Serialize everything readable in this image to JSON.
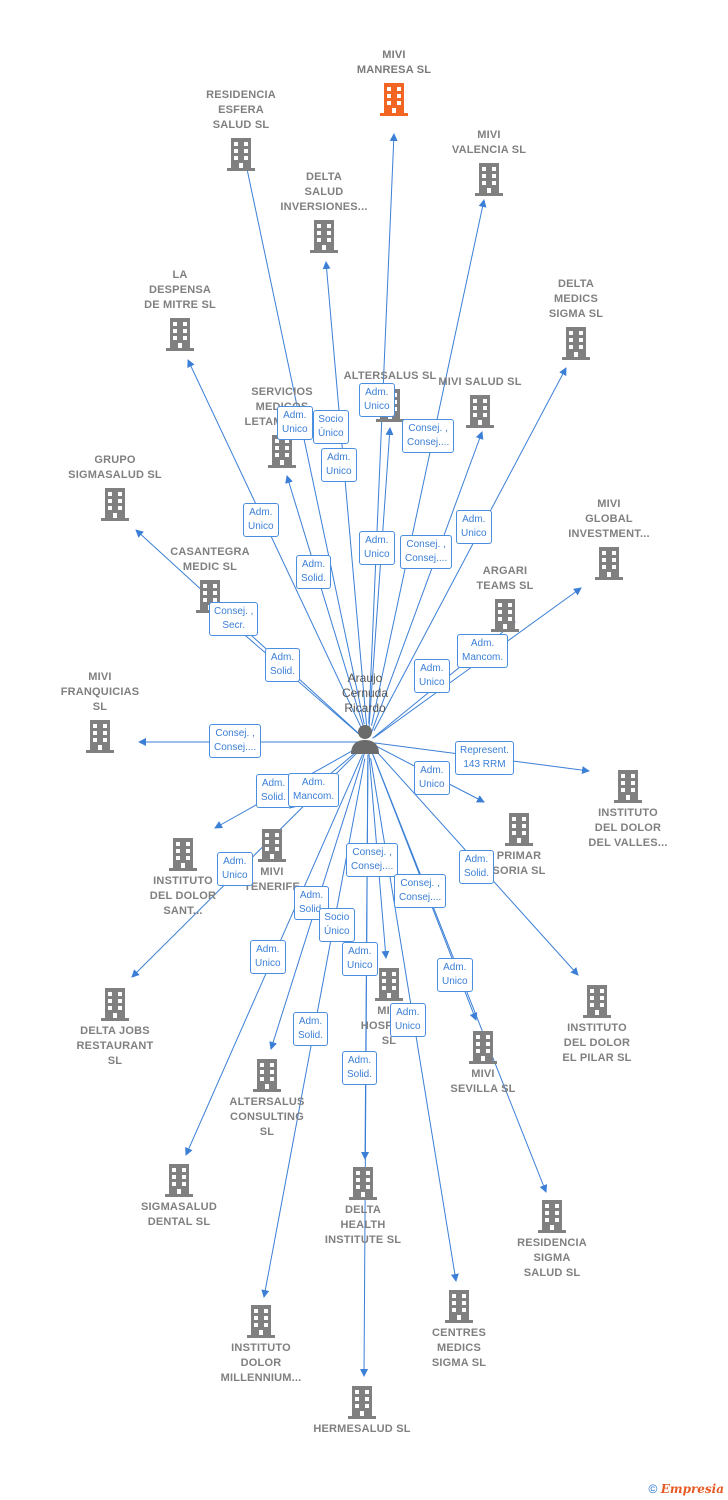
{
  "center": {
    "label": "Araujo\nCernuda\nRicardo",
    "icon": "person-icon"
  },
  "colors": {
    "edge": "#3b7fd6",
    "company": "#808080",
    "highlight": "#f26522"
  },
  "footer": {
    "copyright": "©",
    "brand": "Empresia"
  },
  "companies": [
    {
      "id": "c1",
      "label": "MIVI\nMANRESA  SL",
      "highlight": true
    },
    {
      "id": "c2",
      "label": "RESIDENCIA\nESFERA\nSALUD SL"
    },
    {
      "id": "c3",
      "label": "MIVI\nVALENCIA  SL"
    },
    {
      "id": "c4",
      "label": "DELTA\nSALUD\nINVERSIONES..."
    },
    {
      "id": "c5",
      "label": "LA\nDESPENSA\nDE MITRE  SL"
    },
    {
      "id": "c6",
      "label": "DELTA\nMEDICS\nSIGMA  SL"
    },
    {
      "id": "c7",
      "label": "ALTERSALUS SL"
    },
    {
      "id": "c8",
      "label": "MIVI SALUD  SL"
    },
    {
      "id": "c9",
      "label": "SERVICIOS\nMEDICOS\nLETAMENDI..."
    },
    {
      "id": "c10",
      "label": "GRUPO\nSIGMASALUD SL"
    },
    {
      "id": "c11",
      "label": "MIVI\nGLOBAL\nINVESTMENT..."
    },
    {
      "id": "c12",
      "label": "CASANTEGRA\nMEDIC SL"
    },
    {
      "id": "c13",
      "label": "ARGARI\nTEAMS  SL"
    },
    {
      "id": "c14",
      "label": "MIVI\nFRANQUICIAS\nSL"
    },
    {
      "id": "c15",
      "label": "INSTITUTO\nDEL DOLOR\nDEL VALLES..."
    },
    {
      "id": "c16",
      "label": "INSTITUTO\nDEL DOLOR\nSANT..."
    },
    {
      "id": "c17",
      "label": "MIVI\nTENERIFE"
    },
    {
      "id": "c18",
      "label": "PRIMAR\nSORIA  SL"
    },
    {
      "id": "c19",
      "label": "DELTA JOBS\nRESTAURANT\nSL"
    },
    {
      "id": "c20",
      "label": "INSTITUTO\nDEL DOLOR\nEL PILAR  SL"
    },
    {
      "id": "c21",
      "label": "MIVI\nHOSPITAL\nSL"
    },
    {
      "id": "c22",
      "label": "MIVI\nSEVILLA  SL"
    },
    {
      "id": "c23",
      "label": "ALTERSALUS\nCONSULTING\nSL"
    },
    {
      "id": "c24",
      "label": "SIGMASALUD\nDENTAL SL"
    },
    {
      "id": "c25",
      "label": "DELTA\nHEALTH\nINSTITUTE  SL"
    },
    {
      "id": "c26",
      "label": "RESIDENCIA\nSIGMA\nSALUD SL"
    },
    {
      "id": "c27",
      "label": "INSTITUTO\nDOLOR\nMILLENNIUM..."
    },
    {
      "id": "c28",
      "label": "CENTRES\nMEDICS\nSIGMA SL"
    },
    {
      "id": "c29",
      "label": "HERMESALUD SL"
    }
  ],
  "relations": [
    {
      "id": "r1",
      "label": "Adm.\nUnico"
    },
    {
      "id": "r2",
      "label": "Adm.\nUnico"
    },
    {
      "id": "r3",
      "label": "Socio\nÚnico"
    },
    {
      "id": "r4",
      "label": "Adm.\nUnico"
    },
    {
      "id": "r5",
      "label": "Consej. ,\nConsej...."
    },
    {
      "id": "r6",
      "label": "Adm.\nUnico"
    },
    {
      "id": "r7",
      "label": "Adm.\nUnico"
    },
    {
      "id": "r8",
      "label": "Adm.\nSolid."
    },
    {
      "id": "r9",
      "label": "Adm.\nUnico"
    },
    {
      "id": "r10",
      "label": "Consej. ,\nConsej...."
    },
    {
      "id": "r11",
      "label": "Consej. ,\nSecr."
    },
    {
      "id": "r12",
      "label": "Adm.\nSolid."
    },
    {
      "id": "r13",
      "label": "Adm.\nMancom."
    },
    {
      "id": "r14",
      "label": "Adm.\nUnico"
    },
    {
      "id": "r15",
      "label": "Consej. ,\nConsej...."
    },
    {
      "id": "r16",
      "label": "Represent.\n143 RRM"
    },
    {
      "id": "r17",
      "label": "Adm.\nSolid."
    },
    {
      "id": "r18",
      "label": "Adm.\nMancom."
    },
    {
      "id": "r19",
      "label": "Adm.\nUnico"
    },
    {
      "id": "r20",
      "label": "Consej. ,\nConsej...."
    },
    {
      "id": "r21",
      "label": "Adm.\nUnico"
    },
    {
      "id": "r22",
      "label": "Consej. ,\nConsej...."
    },
    {
      "id": "r23",
      "label": "Adm.\nSolid."
    },
    {
      "id": "r24",
      "label": "Socio\nÚnico"
    },
    {
      "id": "r25",
      "label": "Adm.\nSolid."
    },
    {
      "id": "r26",
      "label": "Adm.\nUnico"
    },
    {
      "id": "r27",
      "label": "Adm.\nUnico"
    },
    {
      "id": "r28",
      "label": "Adm.\nUnico"
    },
    {
      "id": "r29",
      "label": "Adm.\nUnico"
    },
    {
      "id": "r30",
      "label": "Adm.\nSolid."
    }
  ]
}
